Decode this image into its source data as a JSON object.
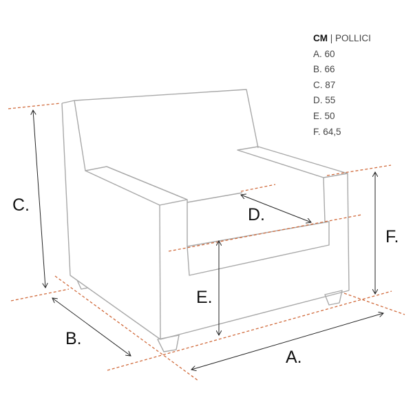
{
  "legend": {
    "unit_primary": "CM",
    "separator": "|",
    "unit_secondary": "POLLICI",
    "items": [
      "A. 60",
      "B. 66",
      "C. 87",
      "D. 55",
      "E. 50",
      "F. 64,5"
    ]
  },
  "labels": {
    "a": "A.",
    "b": "B.",
    "c": "C.",
    "d": "D.",
    "e": "E.",
    "f": "F."
  },
  "colors": {
    "outline": "#a8a8a8",
    "guide": "#d0693a",
    "arrow": "#222222"
  }
}
